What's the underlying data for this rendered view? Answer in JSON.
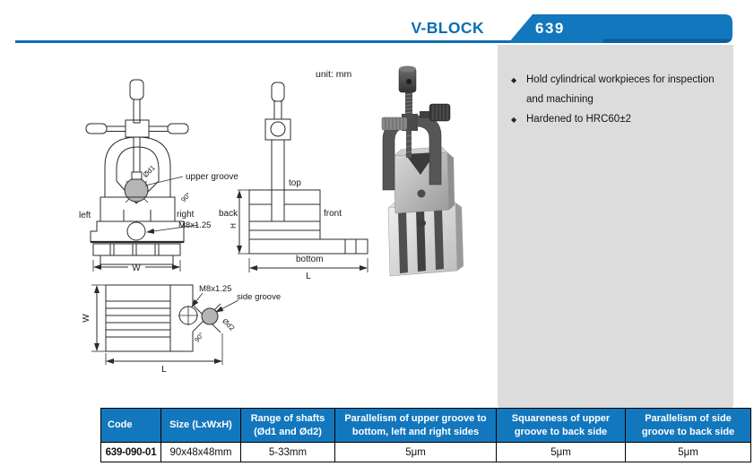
{
  "header": {
    "title": "V-BLOCK",
    "model": "639"
  },
  "colors": {
    "accent": "#1377bd",
    "accent_dark": "#0d5f9e",
    "panel_gray": "#dcdcdc"
  },
  "info_panel": {
    "bullet_glyph": "◆",
    "bullets": [
      "Hold cylindrical workpieces for inspection and machining",
      "Hardened to HRC60±2"
    ]
  },
  "diagram": {
    "unit_note": "unit: mm",
    "labels": {
      "upper_groove": "upper groove",
      "side_groove": "side groove",
      "d1": "Ød1",
      "d2": "Ød2",
      "angle_front": "90°",
      "angle_top": "90°",
      "left": "left",
      "right": "right",
      "top": "top",
      "back": "back",
      "front": "front",
      "bottom": "bottom",
      "thread_front": "M8x1.25",
      "thread_top": "M8x1.25",
      "w_front": "W",
      "w_top": "W",
      "l_side": "L",
      "l_top": "L",
      "h": "H"
    }
  },
  "table": {
    "headers": [
      "Code",
      "Size (LxWxH)",
      "Range of shafts (Ød1 and Ød2)",
      "Parallelism of upper groove to bottom, left and right sides",
      "Squareness of upper groove to back side",
      "Parallelism of side groove to back side"
    ],
    "rows": [
      [
        "639-090-01",
        "90x48x48mm",
        "5-33mm",
        "5μm",
        "5μm",
        "5μm"
      ]
    ]
  }
}
